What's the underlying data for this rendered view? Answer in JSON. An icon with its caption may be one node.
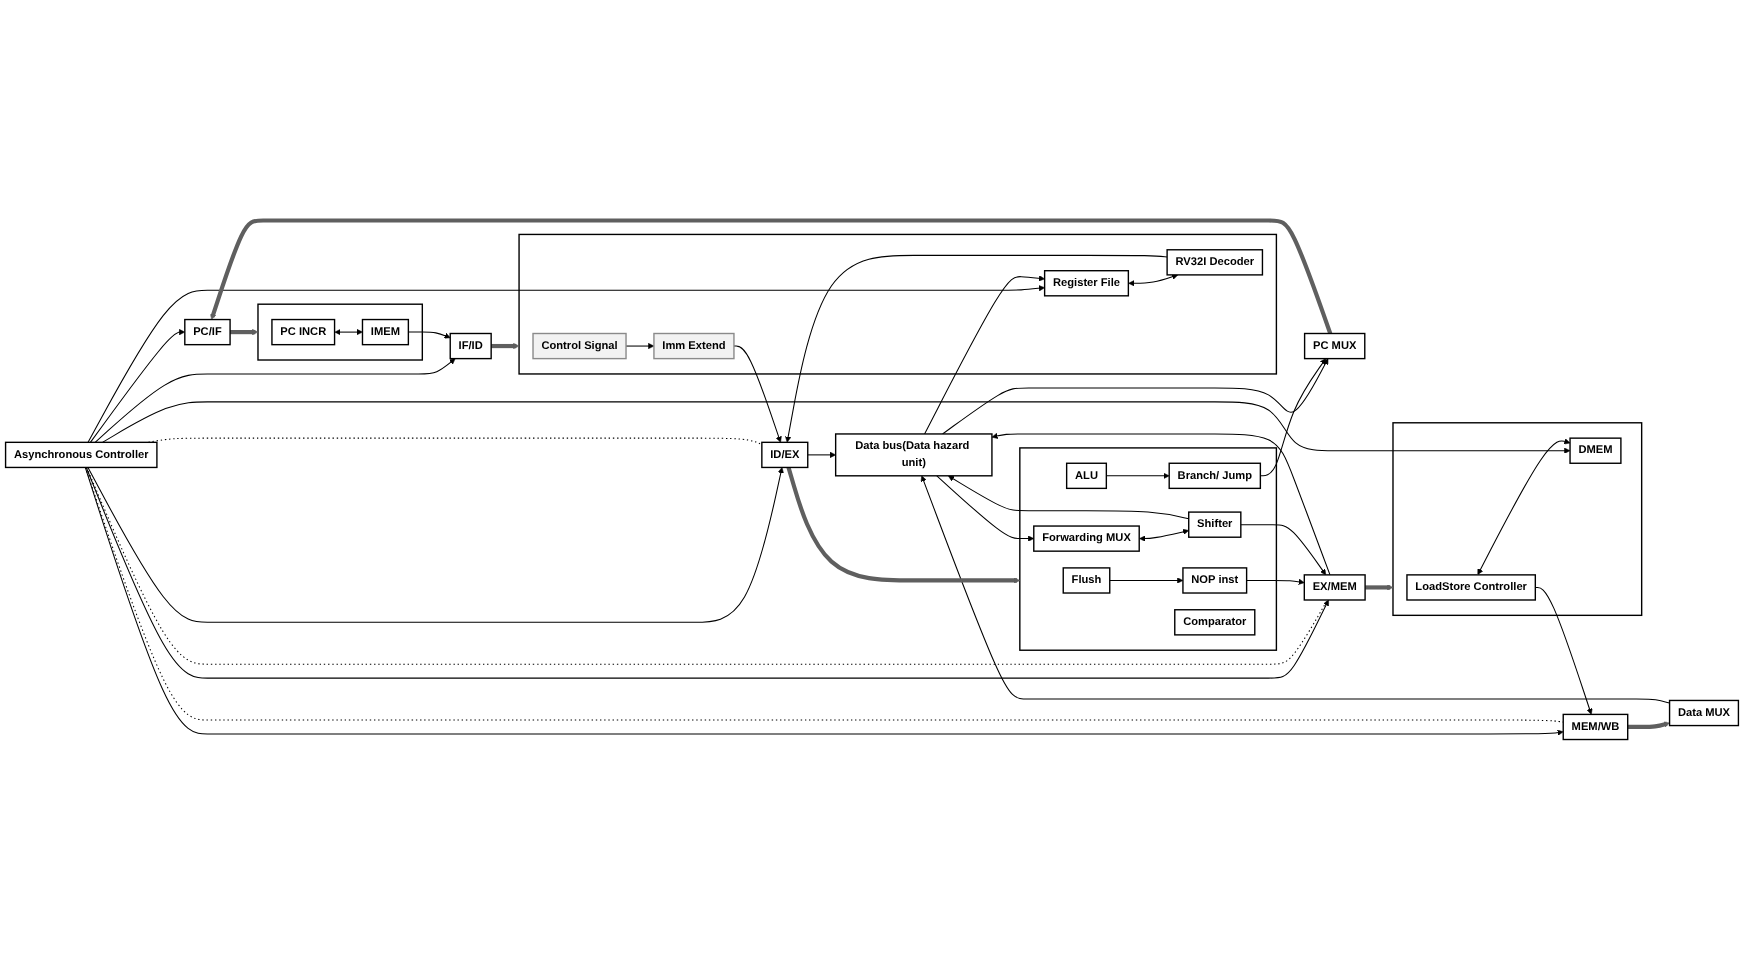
{
  "diagram": {
    "nodes": [
      {
        "text": [
          "Asynchronous Controller"
        ]
      },
      {
        "text": [
          "PC MUX"
        ]
      },
      {
        "text": [
          "PC/IF"
        ]
      },
      {
        "text": [],
        "shape": "box"
      },
      {
        "text": [
          "PC INCR"
        ],
        "in": 3
      },
      {
        "text": [
          "IMEM"
        ],
        "in": 3
      },
      {
        "text": [
          "IF/ID"
        ]
      },
      {
        "text": [],
        "shape": "box"
      },
      {
        "text": [
          "Control Signal"
        ],
        "in": 7
      },
      {
        "text": [
          "Imm Extend"
        ],
        "in": 7
      },
      {
        "text": [
          "RV32I Decoder"
        ],
        "in": 7
      },
      {
        "text": [
          "Register File"
        ],
        "in": 7
      },
      {
        "text": [
          "ID/EX"
        ]
      },
      {
        "text": [],
        "shape": "box"
      },
      {
        "text": [
          "Flush"
        ],
        "in": 13
      },
      {
        "text": [
          "NOP inst"
        ],
        "in": 13
      },
      {
        "text": [
          "Forwarding MUX"
        ],
        "in": 13
      },
      {
        "text": [
          "Branch/ Jump"
        ],
        "in": 13
      },
      {
        "text": [
          "ALU"
        ],
        "in": 13
      },
      {
        "text": [
          "Shifter"
        ],
        "in": 13
      },
      {
        "text": [
          "Comparator"
        ],
        "in": 13
      },
      {
        "text": [
          "EX/MEM"
        ]
      },
      {
        "text": [],
        "shape": "box"
      },
      {
        "text": [
          "LoadStore Controller"
        ],
        "in": 22
      },
      {
        "text": [
          "DMEM"
        ],
        "in": 22
      },
      {
        "text": [
          "MEM/WB"
        ]
      },
      {
        "text": [
          "Data MUX"
        ]
      },
      {
        "text": [
          "Data bus(Data hazard unit)"
        ]
      }
    ],
    "edges": [
      {
        "from": 0,
        "to": 2,
        "arrow": "to"
      },
      {
        "from": 0,
        "to": 6,
        "arrow": "to"
      },
      {
        "from": 0,
        "to": 11,
        "arrow": "to"
      },
      {
        "from": 0,
        "to": 12,
        "arrow": "to"
      },
      {
        "from": 0,
        "to": 21,
        "arrow": "to"
      },
      {
        "from": 0,
        "to": 24,
        "arrow": "to"
      },
      {
        "from": 0,
        "to": 25,
        "arrow": "to"
      },
      {
        "from": 0,
        "to": 12,
        "arrow": "none",
        "style": "dashed"
      },
      {
        "from": 0,
        "to": 21,
        "arrow": "none",
        "style": "dashed"
      },
      {
        "from": 0,
        "to": 25,
        "arrow": "none",
        "style": "dashed"
      },
      {
        "from": 1,
        "to": 2,
        "arrow": "to",
        "style": "thick",
        "color": "#5f5f5f"
      },
      {
        "from": 2,
        "to": 3,
        "arrow": "to",
        "style": "thick",
        "color": "#5f5f5f"
      },
      {
        "from": 4,
        "to": 5,
        "arrow": "both"
      },
      {
        "from": 5,
        "to": 6,
        "arrow": "to"
      },
      {
        "from": 6,
        "to": 7,
        "arrow": "to",
        "style": "thick",
        "color": "#5f5f5f"
      },
      {
        "from": 8,
        "to": 9,
        "arrow": "to"
      },
      {
        "from": 9,
        "to": 12,
        "arrow": "to"
      },
      {
        "from": 10,
        "to": 12,
        "arrow": "to"
      },
      {
        "from": 11,
        "to": 10,
        "arrow": "both"
      },
      {
        "from": 12,
        "to": 13,
        "arrow": "to",
        "style": "thick",
        "color": "#5f5f5f"
      },
      {
        "from": 12,
        "to": 27,
        "arrow": "to"
      },
      {
        "from": 27,
        "to": 1,
        "arrow": "to"
      },
      {
        "from": 27,
        "to": 11,
        "arrow": "to"
      },
      {
        "from": 27,
        "to": 16,
        "arrow": "to"
      },
      {
        "from": 14,
        "to": 15,
        "arrow": "to"
      },
      {
        "from": 15,
        "to": 21,
        "arrow": "to"
      },
      {
        "from": 17,
        "to": 1,
        "arrow": "to"
      },
      {
        "from": 18,
        "to": 17,
        "arrow": "to"
      },
      {
        "from": 16,
        "to": 19,
        "arrow": "both"
      },
      {
        "from": 19,
        "to": 21,
        "arrow": "to"
      },
      {
        "from": 19,
        "to": 27,
        "arrow": "to"
      },
      {
        "from": 21,
        "to": 22,
        "arrow": "to",
        "style": "thick",
        "color": "#5f5f5f"
      },
      {
        "from": 21,
        "to": 27,
        "arrow": "to"
      },
      {
        "from": 23,
        "to": 24,
        "arrow": "both"
      },
      {
        "from": 23,
        "to": 25,
        "arrow": "to"
      },
      {
        "from": 25,
        "to": 26,
        "arrow": "to",
        "style": "thick",
        "color": "#5f5f5f"
      },
      {
        "from": 26,
        "to": 27,
        "arrow": "to"
      }
    ]
  }
}
